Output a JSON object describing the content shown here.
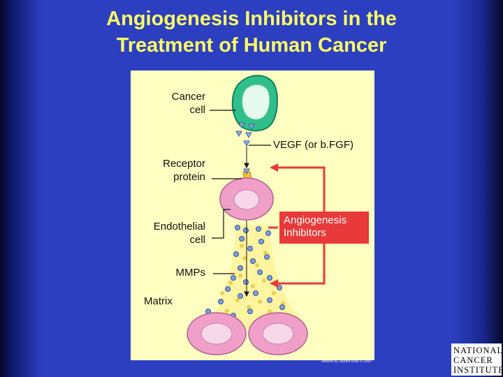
{
  "slide": {
    "title_line1": "Angiogenesis Inhibitors in the",
    "title_line2": "Treatment of Human Cancer"
  },
  "labels": {
    "cancer_cell_1": "Cancer",
    "cancer_cell_2": "cell",
    "vegf": "VEGF (or b.FGF)",
    "receptor_1": "Receptor",
    "receptor_2": "protein",
    "endothelial_1": "Endothelial",
    "endothelial_2": "cell",
    "mmps": "MMPs",
    "matrix": "Matrix",
    "inhibitors_1": "Angiogenesis",
    "inhibitors_2": "Inhibitors"
  },
  "logo": {
    "line1": "NATIONAL",
    "line2": "CANCER",
    "line3": "INSTITUTE"
  },
  "credit": "Artwork by Jeanne Kelly © 2000",
  "colors": {
    "background": "#2c3fc0",
    "title": "#ffff66",
    "panel": "#ffffc2",
    "cancer_cell": "#2fbf8a",
    "endothelial_cell": "#f0a0c8",
    "inhibitor": "#e83a3a",
    "mmp_dot": "#7fa0d8",
    "matrix_dot": "#e8d050"
  }
}
